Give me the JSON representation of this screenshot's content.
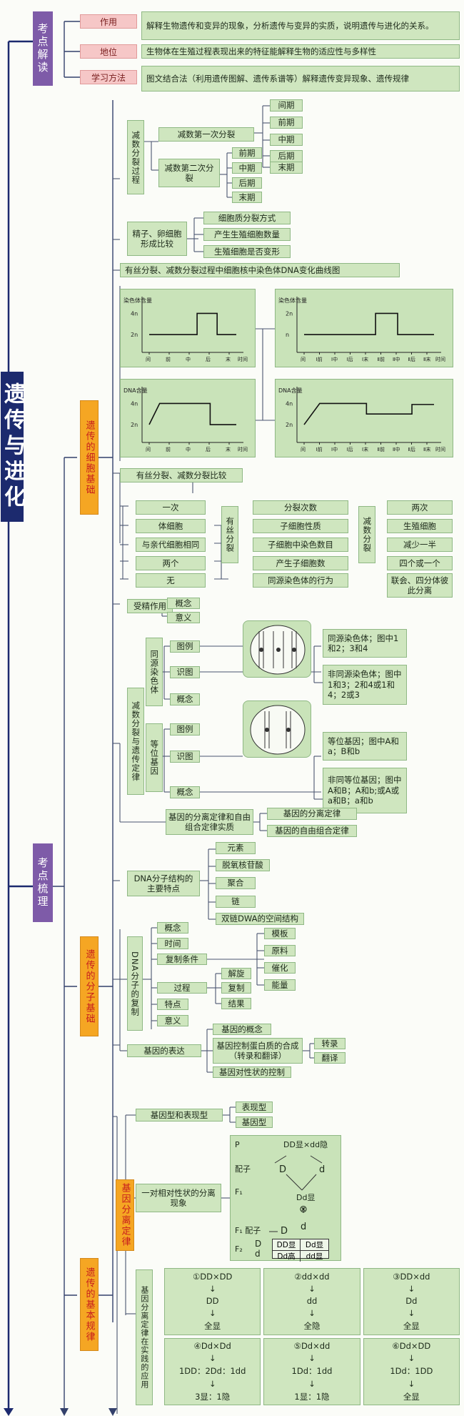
{
  "title": "遗传与进化",
  "left_tags": {
    "jiedu": "考点解读",
    "shuli": "考点梳理"
  },
  "intro": [
    {
      "label": "作用",
      "text": "解释生物遗传和变异的现象，分析遗传与变异的实质，说明遗传与进化的关系。"
    },
    {
      "label": "地位",
      "text": "生物体在生殖过程表现出来的特征能解释生物的适应性与多样性"
    },
    {
      "label": "学习方法",
      "text": "图文结合法（利用遗传图解、遗传系谱等）解释遗传变异现象、遗传规律"
    }
  ],
  "sections": {
    "cell": "遗传的细胞基础",
    "molecule": "遗传的分子基础",
    "law": "遗传的基本规律"
  },
  "meiosis": {
    "root": "减数分裂过程",
    "first": "减数第一次分裂",
    "first_items": [
      "间期",
      "前期",
      "中期",
      "后期",
      "末期"
    ],
    "second": "减数第二次分裂",
    "second_items": [
      "前期",
      "中期",
      "后期",
      "末期"
    ]
  },
  "sperm_egg": {
    "root": "精子、卵细胞形成比较",
    "items": [
      "细胞质分裂方式",
      "产生生殖细胞数量",
      "生殖细胞是否变形"
    ]
  },
  "curve_title": "有丝分裂、减数分裂过程中细胞核中染色体DNA变化曲线图",
  "charts": [
    {
      "ylabel": "染色体含量",
      "yticks": [
        "4n",
        "2n"
      ],
      "xticks": [
        "间",
        "前",
        "中",
        "后",
        "末"
      ],
      "xlabel": "时间"
    },
    {
      "ylabel": "染色体含量",
      "yticks": [
        "2n",
        "n"
      ],
      "xticks": [
        "间",
        "Ⅰ前",
        "Ⅰ中",
        "Ⅰ后",
        "Ⅰ末",
        "Ⅱ前",
        "Ⅱ中",
        "Ⅱ后",
        "Ⅱ末"
      ],
      "xlabel": "时间"
    },
    {
      "ylabel": "DNA含量",
      "yticks": [
        "4n",
        "2n"
      ],
      "xticks": [
        "间",
        "前",
        "中",
        "后",
        "末"
      ],
      "xlabel": "时间"
    },
    {
      "ylabel": "DNA含量",
      "yticks": [
        "4n",
        "2n"
      ],
      "xticks": [
        "间",
        "Ⅰ前",
        "Ⅰ中",
        "Ⅰ后",
        "Ⅰ末",
        "Ⅱ前",
        "Ⅱ中",
        "Ⅱ后",
        "Ⅱ末"
      ],
      "xlabel": "时间"
    }
  ],
  "compare": {
    "title": "有丝分裂、减数分裂比较",
    "mitosis_label": "有丝分裂",
    "meiosis_label": "减数分裂",
    "mitosis": [
      "一次",
      "体细胞",
      "与亲代细胞相同",
      "两个",
      "无"
    ],
    "rows": [
      "分裂次数",
      "子细胞性质",
      "子细胞中染色数目",
      "产生子细胞数",
      "同源染色体的行为"
    ],
    "meiosis": [
      "两次",
      "生殖细胞",
      "减少一半",
      "四个或一个",
      "联会、四分体彼此分离"
    ]
  },
  "fert": {
    "root": "受精作用",
    "items": [
      "概念",
      "意义"
    ]
  },
  "law_cell": {
    "root": "减数分裂与遗传定律",
    "homo": "同源染色体",
    "homo_items": [
      "图例",
      "识图",
      "概念"
    ],
    "homo_a": "同源染色体；图中1和2；3和4",
    "homo_b": "非同源染色体；图中1和3；2和4或1和4；2或3",
    "allele": "等位基因",
    "allele_items": [
      "图例",
      "识图",
      "概念"
    ],
    "allele_a": "等位基因；图中A和a；B和b",
    "allele_b": "非同等位基因；图中A和B；A和b;或A或a和B；a和b",
    "essence": "基因的分离定律和自由组合定律实质",
    "essence_items": [
      "基因的分离定律",
      "基因的自由组合定律"
    ]
  },
  "dna": {
    "root": "DNA分子结构的主要特点",
    "items": [
      "元素",
      "脱氧核苷酸",
      "聚合",
      "链",
      "双链DWA的空间结构"
    ],
    "rep": "DNA分子的复制",
    "rep_items": [
      "概念",
      "时间",
      "复制条件",
      "过程",
      "特点",
      "意义"
    ],
    "cond": [
      "模板",
      "原料",
      "催化",
      "能量"
    ],
    "proc": [
      "解旋",
      "复制",
      "结果"
    ]
  },
  "expr": {
    "root": "基因的表达",
    "items": [
      "基因的概念",
      "基因控制蛋白质的合成（转录和翻译）",
      "基因对性状的控制"
    ],
    "sub": [
      "转录",
      "翻译"
    ]
  },
  "sep": {
    "root": "基因分离定律",
    "gt": "基因型和表现型",
    "gt_items": [
      "表现型",
      "基因型"
    ],
    "pair": "一对相对性状的分离现象",
    "cross": {
      "P": "P",
      "pz": "配子",
      "F1": "F₁",
      "F1pz": "F₁ 配子",
      "F2": "F₂",
      "pcross": "DD显×dd隐",
      "D": "D",
      "d": "d",
      "Dd": "Dd显",
      "sym": "⊗",
      "g11": "DD显",
      "g12": "Dd显",
      "g21": "Dd高",
      "g22": "dd显"
    },
    "app": "基因分离定律在实践的应用",
    "cells": [
      [
        "①DD×DD",
        "DD",
        "全显"
      ],
      [
        "②dd×dd",
        "dd",
        "全隐"
      ],
      [
        "③DD×dd",
        "Dd",
        "全显"
      ],
      [
        "④Dd×Dd",
        "1DD：2Dd：1dd",
        "3显：1隐"
      ],
      [
        "⑤Dd×dd",
        "1Dd：1dd",
        "1显：1隐"
      ],
      [
        "⑥Dd×DD",
        "1Dd：1DD",
        "全显"
      ]
    ]
  }
}
